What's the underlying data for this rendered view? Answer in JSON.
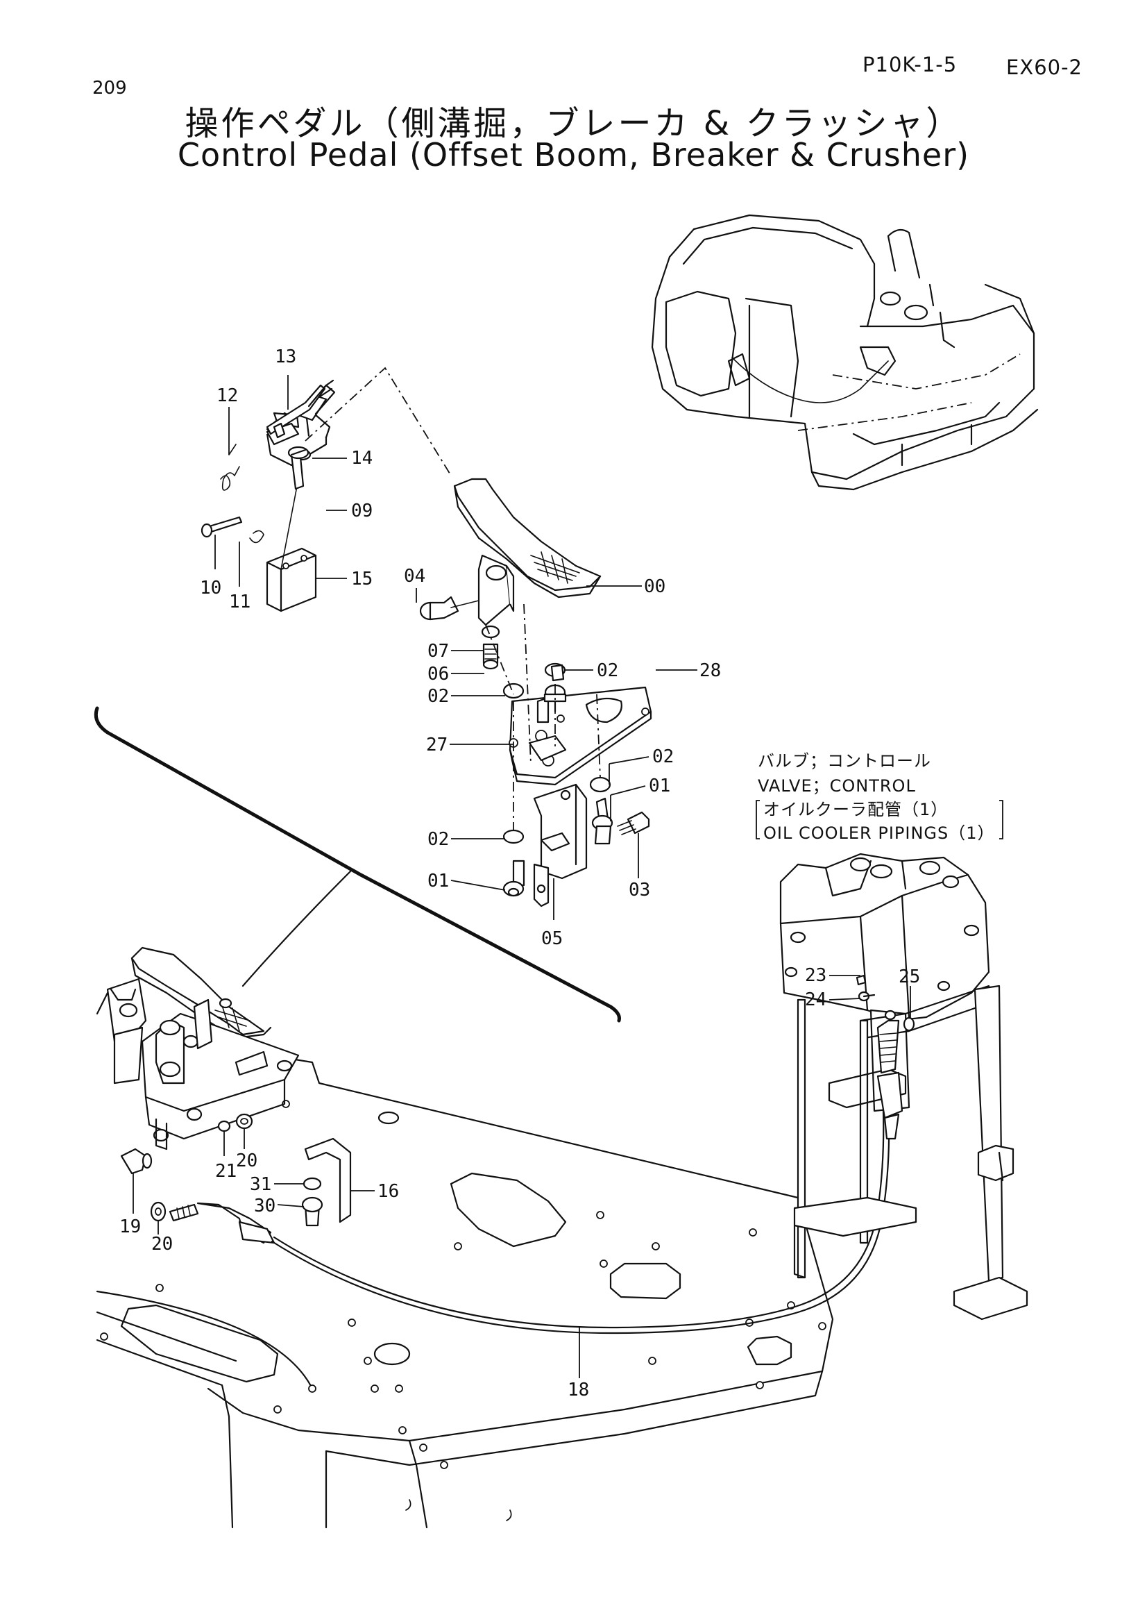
{
  "header": {
    "page_number": "209",
    "ref_code": "P10K-1-5",
    "model_code": "EX60-2",
    "title_jp": "操作ペダル（側溝掘，ブレーカ & クラッシャ）",
    "title_en": "Control Pedal (Offset Boom, Breaker & Crusher)"
  },
  "note": {
    "line1": "バルブ；コントロール",
    "line2": "VALVE；CONTROL",
    "line3": "オイルクーラ配管（1）",
    "line4": "OIL COOLER PIPINGS（1）"
  },
  "callouts": [
    "13",
    "12",
    "14",
    "09",
    "10",
    "11",
    "15",
    "04",
    "00",
    "07",
    "06",
    "02",
    "02",
    "28",
    "27",
    "02",
    "01",
    "02",
    "03",
    "01",
    "05",
    "23",
    "25",
    "24",
    "21",
    "20",
    "31",
    "16",
    "30",
    "19",
    "20",
    "18"
  ]
}
